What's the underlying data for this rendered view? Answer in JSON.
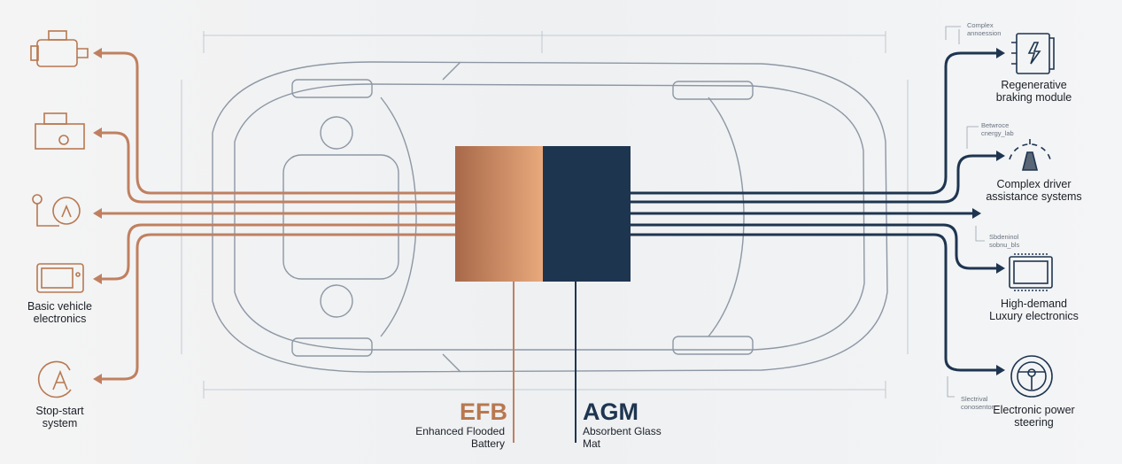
{
  "colors": {
    "efb": "#b87850",
    "agm": "#1e3550",
    "blueprint": "#9aa4b0"
  },
  "batteries": {
    "efb": {
      "abbr": "EFB",
      "name": "Enhanced Flooded Battery"
    },
    "agm": {
      "abbr": "AGM",
      "name": "Absorbent Glass Mat"
    }
  },
  "left_items": [
    {
      "icon": "starter-motor-icon",
      "label": ""
    },
    {
      "icon": "control-unit-icon",
      "label": ""
    },
    {
      "icon": "alternator-icon",
      "label": ""
    },
    {
      "icon": "display-unit-icon",
      "label": "Basic vehicle electronics"
    },
    {
      "icon": "stop-start-icon",
      "label": "Stop-start system"
    }
  ],
  "right_items": [
    {
      "icon": "regenerative-module-icon",
      "label": "Regenerative braking module",
      "note": "Complex annoession"
    },
    {
      "icon": "driver-assist-icon",
      "label": "Complex driver assistance systems",
      "note": "Betwroce cnergy_lab"
    },
    {
      "icon": "chip-icon",
      "label": "High-demand Luxury electronics",
      "note": "Sbdeninol sobnu_bls"
    },
    {
      "icon": "steering-wheel-icon",
      "label": "Electronic power steering",
      "note": "Slectrival conosentor"
    }
  ]
}
